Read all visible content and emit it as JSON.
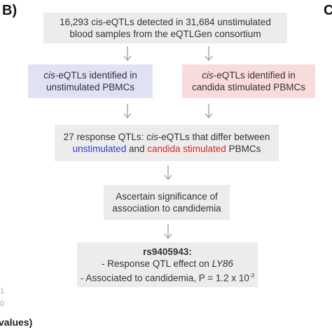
{
  "labels": {
    "panel_b": "B)",
    "panel_c": "C",
    "left_cut": "values)",
    "tick_1": "1",
    "tick_0": "0"
  },
  "box1": {
    "line1": "16,293 cis-eQTLs detected in 31,684 unstimulated",
    "line2": "blood samples from the eQTLGen consortium"
  },
  "box2": {
    "italic": "cis",
    "line1_rest": "-eQTLs identified in",
    "line2": "unstimulated PBMCs"
  },
  "box3": {
    "italic": "cis",
    "line1_rest": "-eQTLs identified in",
    "line2": "candida stimulated PBMCs"
  },
  "box4": {
    "line1_pre": "27 response QTLs: ",
    "italic": "cis",
    "line1_rest": "-eQTLs that differ between",
    "blue": "unstimulated",
    "and": " and ",
    "red": "candida stimulated",
    "tail": " PBMCs"
  },
  "box5": {
    "line1": "Ascertain significance of",
    "line2": "association to candidemia"
  },
  "box6": {
    "title": "rs9405943:",
    "line2_pre": "- Response QTL effect on ",
    "gene": "LY86",
    "line3": "- Associated to candidemia, P = 1.2 x 10",
    "exp": "-3"
  },
  "colors": {
    "gray_box": "#ececec",
    "blue_box": "#e1e1f4",
    "pink_box": "#f8dcdc",
    "blue_text": "#2e3fb6",
    "red_text": "#d12a2a",
    "arrow": "#9a9a9a"
  }
}
